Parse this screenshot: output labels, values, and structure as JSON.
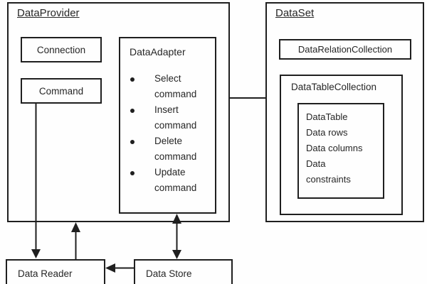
{
  "data_provider": {
    "title": "DataProvider",
    "connection_label": "Connection",
    "command_label": "Command",
    "data_adapter": {
      "title": "DataAdapter",
      "commands": [
        "Select command",
        "Insert command",
        "Delete command",
        "Update command"
      ]
    }
  },
  "data_set": {
    "title": "DataSet",
    "data_relation_collection_label": "DataRelationCollection",
    "data_table_collection": {
      "title": "DataTableCollection",
      "data_table_lines": [
        "DataTable",
        "Data rows",
        "Data columns",
        "Data constraints"
      ]
    }
  },
  "data_reader_label": "Data Reader",
  "data_store_label": "Data Store",
  "colors": {
    "border": "#1f1f1f",
    "background": "#ffffff",
    "text": "#262626"
  },
  "connections": [
    {
      "from": "Command",
      "to": "Data Reader",
      "type": "arrow-down"
    },
    {
      "from": "Data Reader",
      "to": "DataProvider",
      "type": "arrow-up"
    },
    {
      "from": "DataAdapter",
      "to": "Data Store",
      "type": "arrow-both-ends"
    },
    {
      "from": "Data Store",
      "to": "Data Reader",
      "type": "arrow-left"
    },
    {
      "from": "DataProvider",
      "to": "DataSet",
      "type": "plain-line"
    }
  ]
}
